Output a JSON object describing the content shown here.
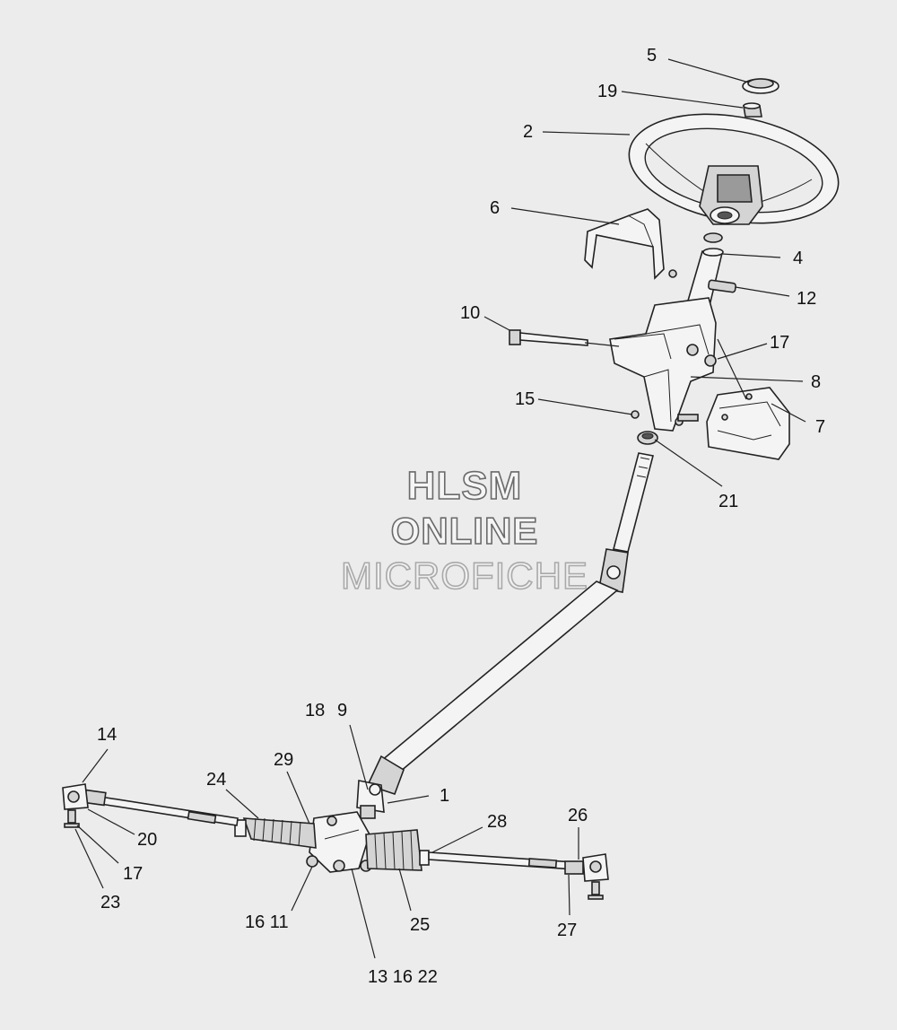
{
  "watermark": {
    "line1": "HLSM",
    "line2": "ONLINE",
    "line3": "MICROFICHE"
  },
  "callouts": [
    {
      "id": "c5",
      "text": "5"
    },
    {
      "id": "c19",
      "text": "19"
    },
    {
      "id": "c2",
      "text": "2"
    },
    {
      "id": "c6",
      "text": "6"
    },
    {
      "id": "c4",
      "text": "4"
    },
    {
      "id": "c12",
      "text": "12"
    },
    {
      "id": "c10",
      "text": "10"
    },
    {
      "id": "c17a",
      "text": "17"
    },
    {
      "id": "c8",
      "text": "8"
    },
    {
      "id": "c15",
      "text": "15"
    },
    {
      "id": "c7",
      "text": "7"
    },
    {
      "id": "c21",
      "text": "21"
    },
    {
      "id": "c18",
      "text": "18"
    },
    {
      "id": "c9",
      "text": "9"
    },
    {
      "id": "c14",
      "text": "14"
    },
    {
      "id": "c29",
      "text": "29"
    },
    {
      "id": "c24",
      "text": "24"
    },
    {
      "id": "c1",
      "text": "1"
    },
    {
      "id": "c28",
      "text": "28"
    },
    {
      "id": "c26",
      "text": "26"
    },
    {
      "id": "c20",
      "text": "20"
    },
    {
      "id": "c17b",
      "text": "17"
    },
    {
      "id": "c23",
      "text": "23"
    },
    {
      "id": "c1611",
      "text": "16 11"
    },
    {
      "id": "c25",
      "text": "25"
    },
    {
      "id": "c27",
      "text": "27"
    },
    {
      "id": "c131622",
      "text": "13 16 22"
    }
  ]
}
